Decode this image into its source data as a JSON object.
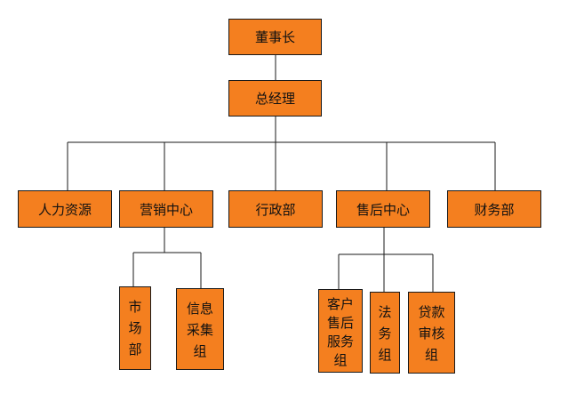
{
  "colors": {
    "box_fill": "#f47f1f",
    "border": "#1a1a1a",
    "background": "#ffffff"
  },
  "org": {
    "chairman": "董事长",
    "gm": "总经理",
    "departments": {
      "hr": "人力资源",
      "marketing": "营销中心",
      "admin": "行政部",
      "aftersales": "售后中心",
      "finance": "财务部"
    },
    "marketing_groups": {
      "market": "市\n场\n部",
      "info": "信息\n采集\n组"
    },
    "aftersales_groups": {
      "customer_service": "客户\n售后\n服务\n组",
      "legal": "法\n务\n组",
      "loan_review": "贷款\n审核\n组"
    }
  }
}
